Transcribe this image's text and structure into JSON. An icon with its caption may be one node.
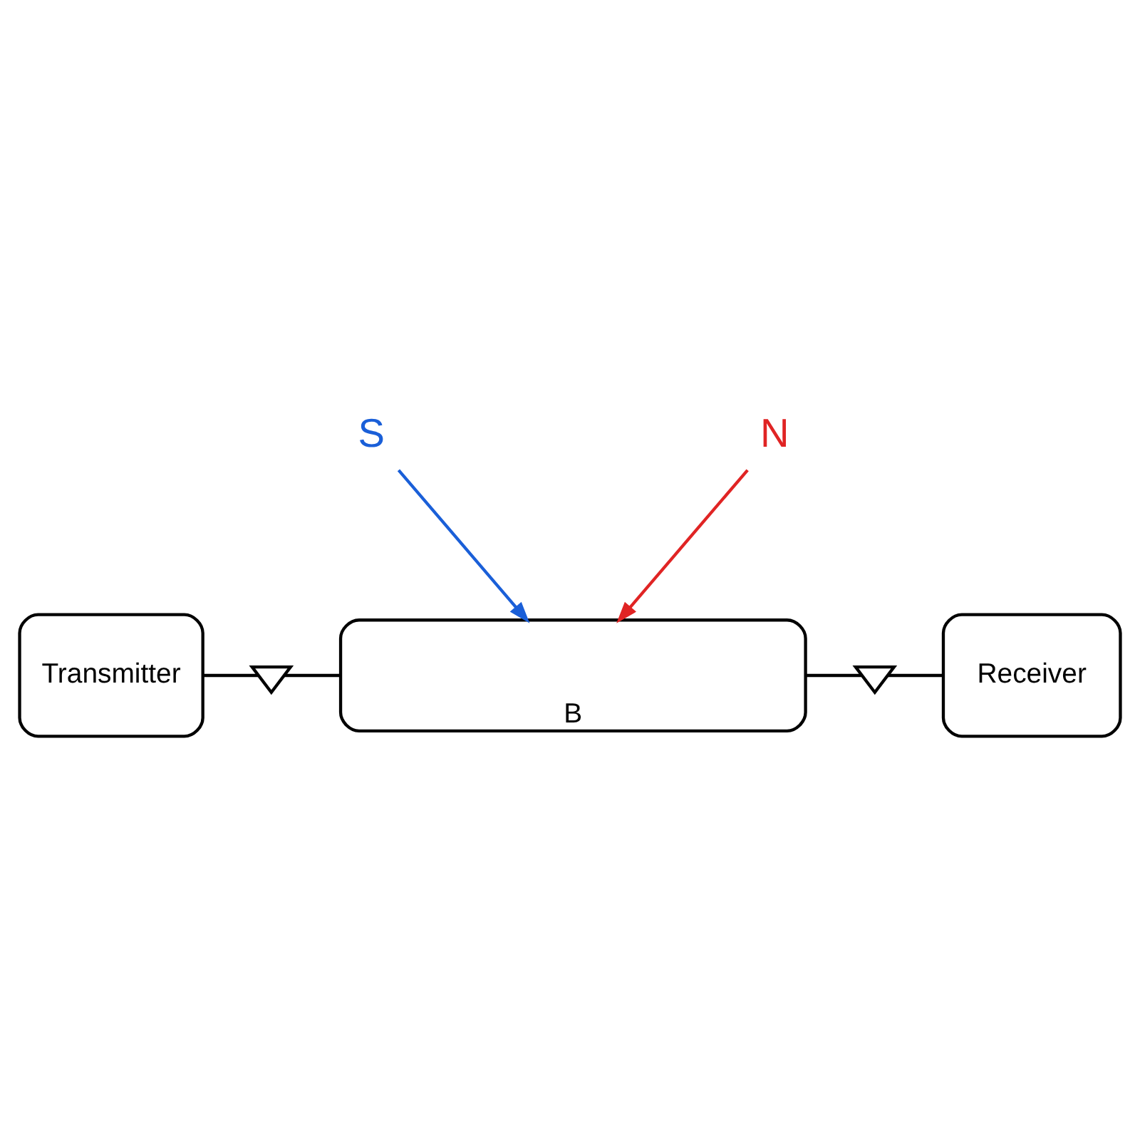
{
  "diagram": {
    "nodes": [
      {
        "text": [
          "S"
        ]
      },
      {
        "text": [
          "N"
        ]
      },
      {
        "text": [
          "Transmitter"
        ]
      },
      {
        "text": [],
        "shape": "antenna"
      },
      {
        "text": [
          "B"
        ]
      },
      {
        "text": [],
        "shape": "antenna"
      },
      {
        "text": [
          "Receiver"
        ]
      }
    ],
    "edges": [
      {
        "from": 0,
        "to": 4,
        "arrow": "to",
        "color": "#1a5fd8"
      },
      {
        "from": 1,
        "to": 4,
        "arrow": "to",
        "color": "#e02424"
      },
      {
        "from": 2,
        "to": 3,
        "arrow": "none"
      },
      {
        "from": 3,
        "to": 4,
        "arrow": "none"
      },
      {
        "from": 4,
        "to": 5,
        "arrow": "none"
      },
      {
        "from": 5,
        "to": 6,
        "arrow": "none"
      }
    ]
  }
}
